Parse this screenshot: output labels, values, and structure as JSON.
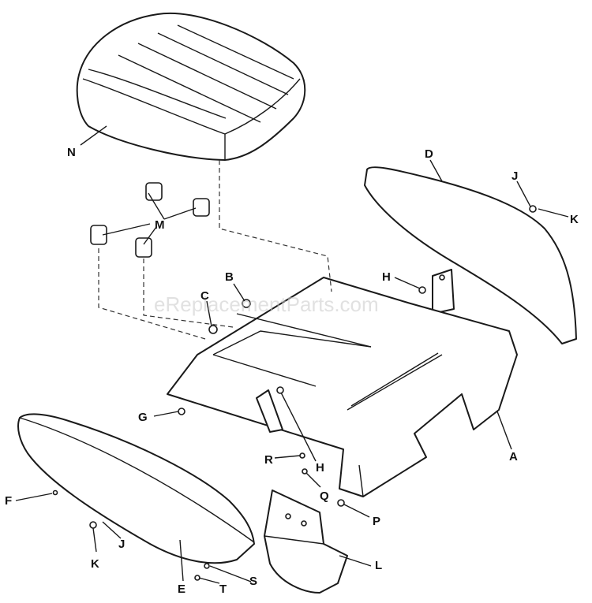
{
  "watermark": "eReplacementParts.com",
  "labels": {
    "N": "N",
    "M": "M",
    "D": "D",
    "J1": "J",
    "K1": "K",
    "H1": "H",
    "B": "B",
    "C": "C",
    "G": "G",
    "H2": "H",
    "R": "R",
    "Q": "Q",
    "P": "P",
    "A": "A",
    "F": "F",
    "J2": "J",
    "K2": "K",
    "E": "E",
    "T": "T",
    "S": "S",
    "L": "L"
  }
}
